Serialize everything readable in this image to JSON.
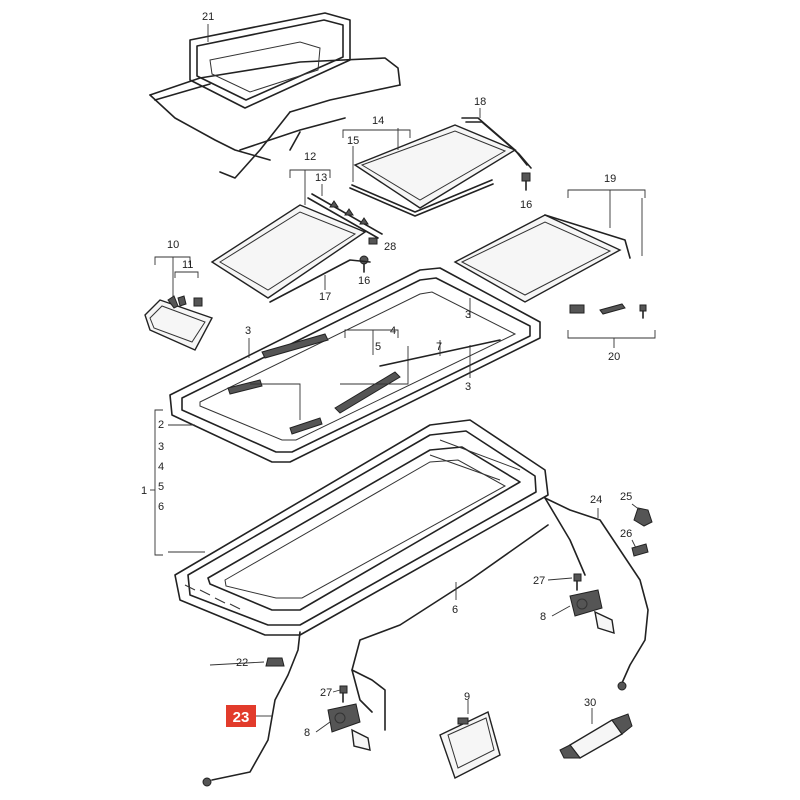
{
  "highlight": {
    "label": "23",
    "color": "#e23b2b"
  },
  "labels": {
    "l21": "21",
    "l18": "18",
    "l14": "14",
    "l15": "15",
    "l16a": "16",
    "l12": "12",
    "l13": "13",
    "l28": "28",
    "l16b": "16",
    "l17": "17",
    "l10": "10",
    "l11": "11",
    "l19": "19",
    "l20": "20",
    "l3a": "3",
    "l4": "4",
    "l5a": "5",
    "l7": "7",
    "l3b": "3",
    "l3c": "3",
    "l2": "2",
    "l3d": "3",
    "l4b": "4",
    "l5b": "5",
    "l1": "1",
    "l6a": "6",
    "l24": "24",
    "l25": "25",
    "l26": "26",
    "l27a": "27",
    "l8a": "8",
    "l6b": "6",
    "l22": "22",
    "l27b": "27",
    "l8b": "8",
    "l9": "9",
    "l30": "30"
  }
}
